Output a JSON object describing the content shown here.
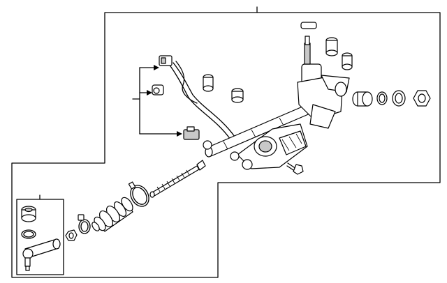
{
  "diagram": {
    "colors": {
      "ink": "#000000",
      "paper": "#ffffff",
      "shade": "#c8c8c8",
      "dark": "#777777"
    },
    "callouts": [],
    "parts": [
      {
        "name": "steering-gear-assembly"
      },
      {
        "name": "wiring-harness"
      },
      {
        "name": "bushings"
      },
      {
        "name": "tie-rod-end-kit"
      }
    ]
  }
}
